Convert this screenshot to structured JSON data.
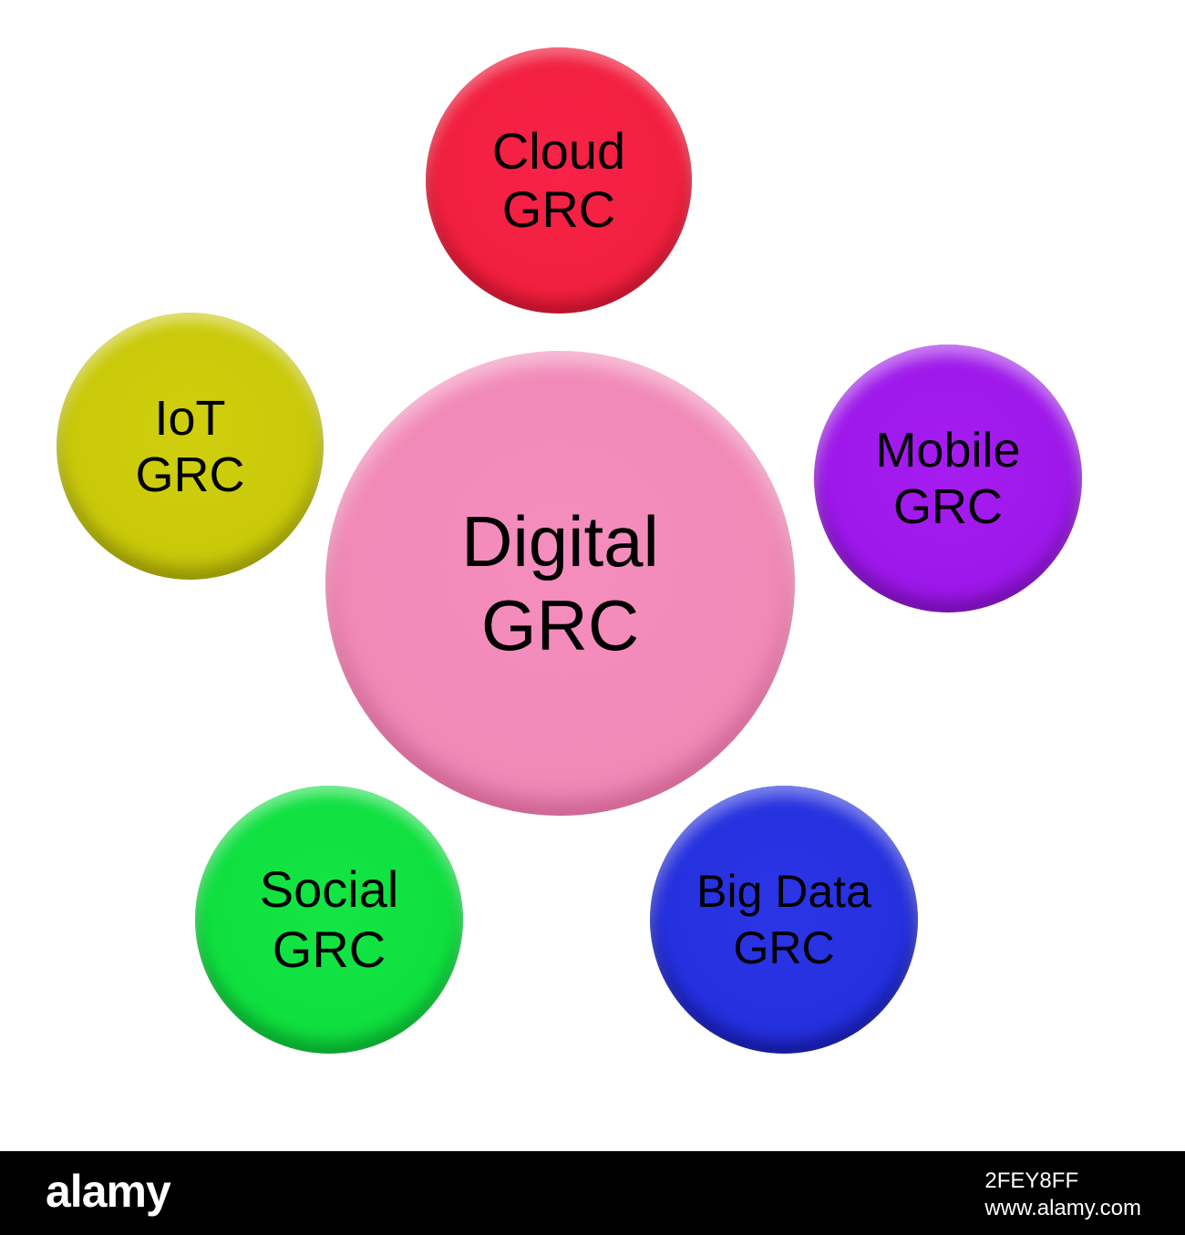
{
  "diagram": {
    "nodes": [
      {
        "id": "cloud",
        "lines": [
          "Cloud",
          "GRC"
        ],
        "color": "#f2203f"
      },
      {
        "id": "iot",
        "lines": [
          "IoT",
          "GRC"
        ],
        "color": "#c9c90a"
      },
      {
        "id": "digital",
        "lines": [
          "Digital",
          "GRC"
        ],
        "color": "#f28ab8"
      },
      {
        "id": "mobile",
        "lines": [
          "Mobile",
          "GRC"
        ],
        "color": "#9d18ea"
      },
      {
        "id": "social",
        "lines": [
          "Social",
          "GRC"
        ],
        "color": "#0fe03f"
      },
      {
        "id": "bigdata",
        "lines": [
          "Big Data",
          "GRC"
        ],
        "color": "#2530de"
      }
    ]
  },
  "footer": {
    "brand": "alamy",
    "image_id": "2FEY8FF",
    "site": "www.alamy.com"
  }
}
